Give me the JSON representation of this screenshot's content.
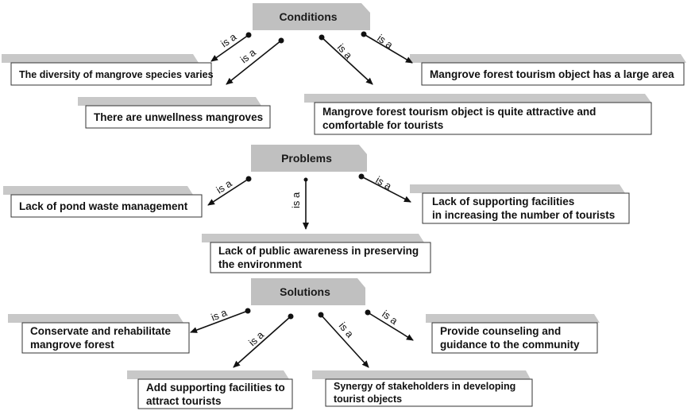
{
  "relation_label": "is a",
  "sections": [
    {
      "header": "Conditions",
      "items": [
        {
          "lines": [
            "The diversity of mangrove species varies"
          ]
        },
        {
          "lines": [
            "There are unwellness mangroves"
          ]
        },
        {
          "lines": [
            "Mangrove forest tourism object is quite attractive and",
            "comfortable for tourists"
          ]
        },
        {
          "lines": [
            "Mangrove forest tourism object has a large area"
          ]
        }
      ]
    },
    {
      "header": "Problems",
      "items": [
        {
          "lines": [
            "Lack of pond waste management"
          ]
        },
        {
          "lines": [
            "Lack of public awareness in preserving",
            "the environment"
          ]
        },
        {
          "lines": [
            "Lack of supporting facilities",
            "in increasing the number of tourists"
          ]
        }
      ]
    },
    {
      "header": "Solutions",
      "items": [
        {
          "lines": [
            "Conservate and rehabilitate",
            "mangrove forest"
          ]
        },
        {
          "lines": [
            "Add supporting facilities to",
            "attract tourists"
          ]
        },
        {
          "lines": [
            "Synergy of stakeholders in developing",
            "tourist objects"
          ]
        },
        {
          "lines": [
            "Provide counseling and",
            "guidance to the community"
          ]
        }
      ]
    }
  ]
}
